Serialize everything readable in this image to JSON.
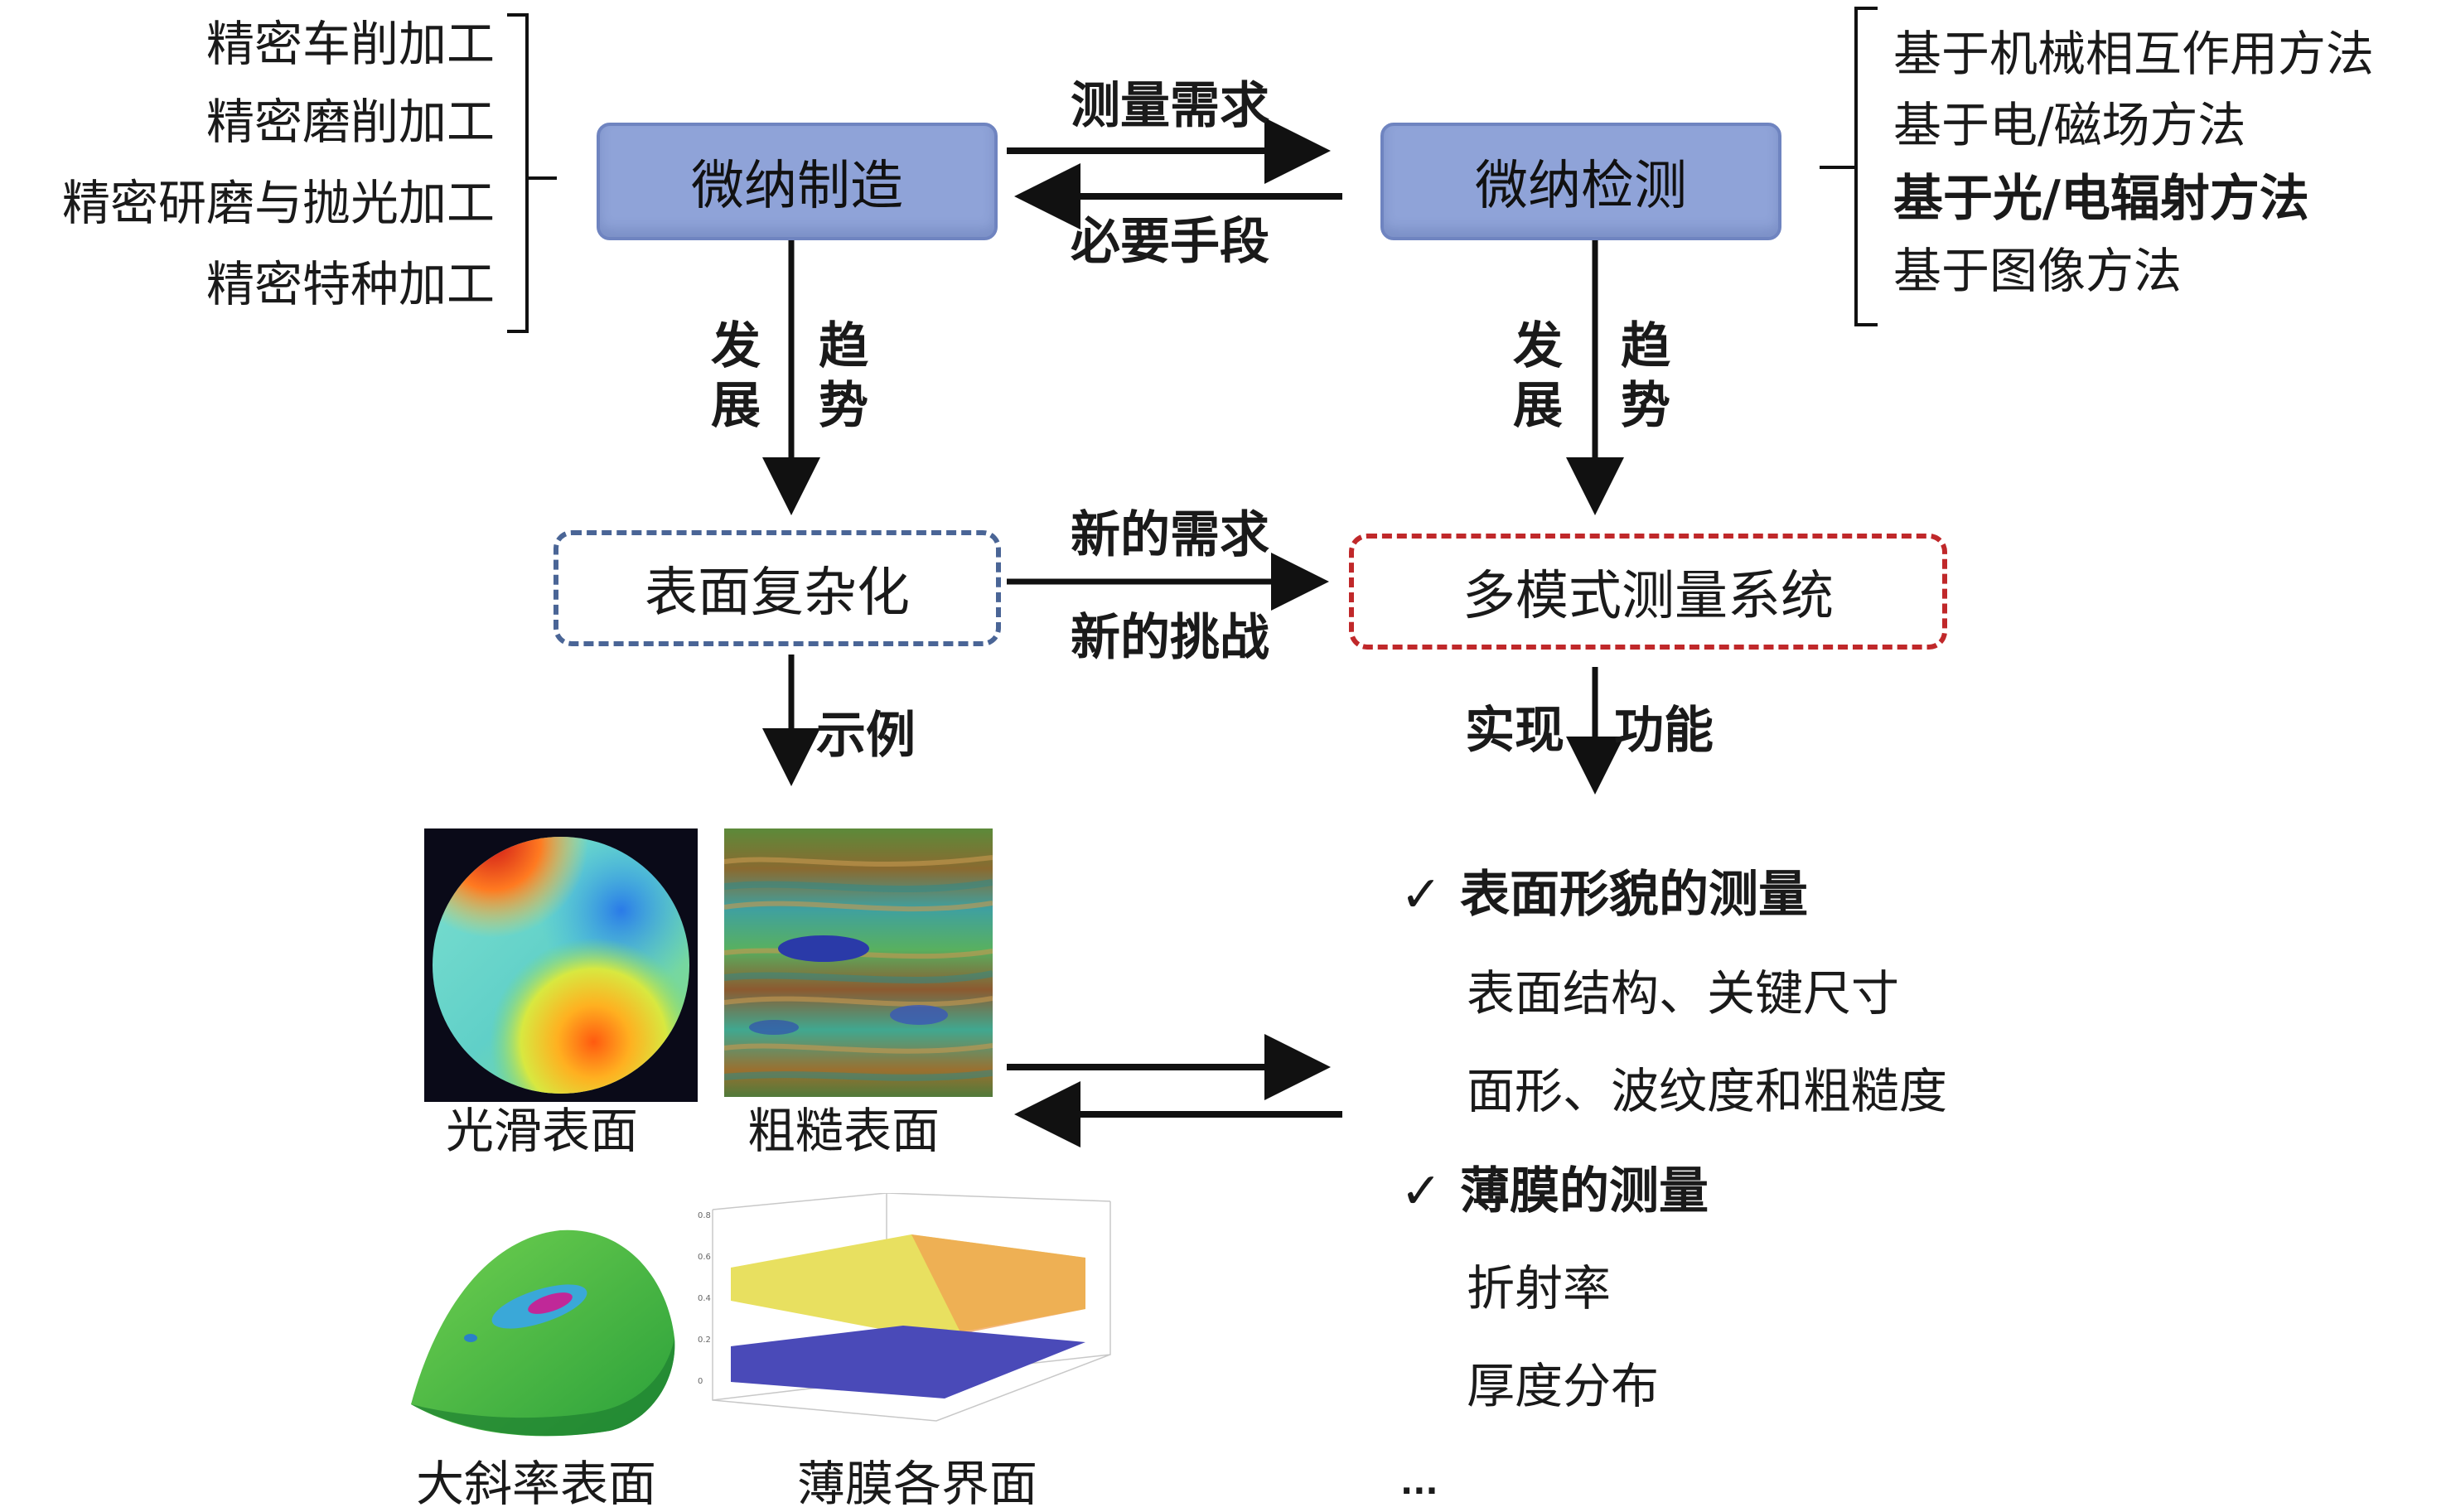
{
  "left_processes": [
    "精密车削加工",
    "精密磨削加工",
    "精密研磨与抛光加工",
    "精密特种加工"
  ],
  "right_methods": [
    "基于机械相互作用方法",
    "基于电/磁场方法",
    "基于光/电辐射方法",
    "基于图像方法"
  ],
  "boxes": {
    "manufacturing": "微纳制造",
    "inspection": "微纳检测",
    "surface_complexity": "表面复杂化",
    "multimode_system": "多模式测量系统"
  },
  "arrows": {
    "measurement_demand": "测量需求",
    "necessary_means": "必要手段",
    "new_demand": "新的需求",
    "new_challenge": "新的挑战",
    "trend_left_1": "发",
    "trend_left_2": "展",
    "trend_right_1": "趋",
    "trend_right_2": "势",
    "example": "示例",
    "realize": "实现",
    "function": "功能"
  },
  "examples": {
    "smooth": "光滑表面",
    "rough": "粗糙表面",
    "slope": "大斜率表面",
    "film": "薄膜各界面"
  },
  "functions": {
    "check": "✓",
    "surface_title": "表面形貌的测量",
    "surface_item_1": "表面结构、关键尺寸",
    "surface_item_2": "面形、波纹度和粗糙度",
    "film_title": "薄膜的测量",
    "film_item_1": "折射率",
    "film_item_2": "厚度分布",
    "ellipsis": "..."
  },
  "colors": {
    "solid_box_fill": "#8fa3d8",
    "blue_dash": "#4a6596",
    "red_dash": "#c0282a"
  }
}
